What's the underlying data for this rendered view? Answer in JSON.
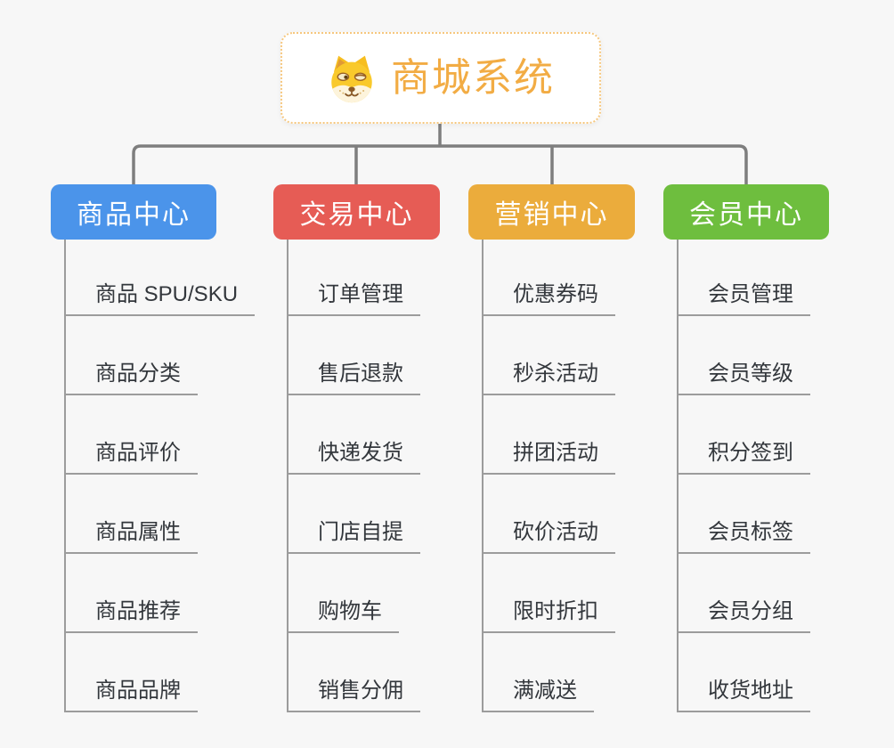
{
  "background": "#F7F7F7",
  "connector_color": "#7E7E7E",
  "leaf_line_color": "#9C9C9C",
  "leaf_text_color": "#33373C",
  "root": {
    "title": "商城系统",
    "title_color": "#F2AC44",
    "border_color": "#F6C77E",
    "icon": "doge-icon"
  },
  "branches": [
    {
      "label": "商品中心",
      "color": "#4B94EA",
      "children": [
        "商品 SPU/SKU",
        "商品分类",
        "商品评价",
        "商品属性",
        "商品推荐",
        "商品品牌"
      ]
    },
    {
      "label": "交易中心",
      "color": "#E65C55",
      "children": [
        "订单管理",
        "售后退款",
        "快递发货",
        "门店自提",
        "购物车",
        "销售分佣"
      ]
    },
    {
      "label": "营销中心",
      "color": "#EBAC3C",
      "children": [
        "优惠券码",
        "秒杀活动",
        "拼团活动",
        "砍价活动",
        "限时折扣",
        "满减送"
      ]
    },
    {
      "label": "会员中心",
      "color": "#6EBE3E",
      "children": [
        "会员管理",
        "会员等级",
        "积分签到",
        "会员标签",
        "会员分组",
        "收货地址"
      ]
    }
  ]
}
